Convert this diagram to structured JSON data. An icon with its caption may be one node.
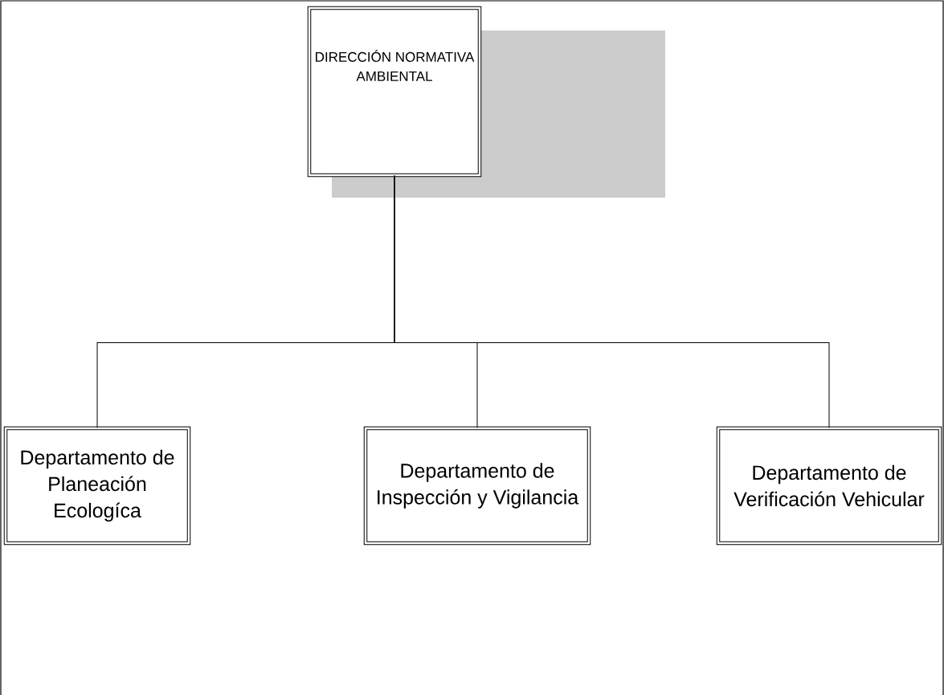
{
  "diagram": {
    "nodes": [
      {
        "text": [
          "DIRECCIÓN NORMATIVA AMBIENTAL"
        ]
      },
      {
        "text": [
          "Departamento de Planeación Ecologíca"
        ]
      },
      {
        "text": [
          "Departamento de Inspección y Vigilancia"
        ]
      },
      {
        "text": [
          "Departamento de Verificación Vehicular"
        ]
      }
    ],
    "edges": [
      {
        "from": 0,
        "to": 1,
        "arrow": "none"
      },
      {
        "from": 0,
        "to": 2,
        "arrow": "none"
      },
      {
        "from": 0,
        "to": 3,
        "arrow": "none"
      }
    ]
  }
}
